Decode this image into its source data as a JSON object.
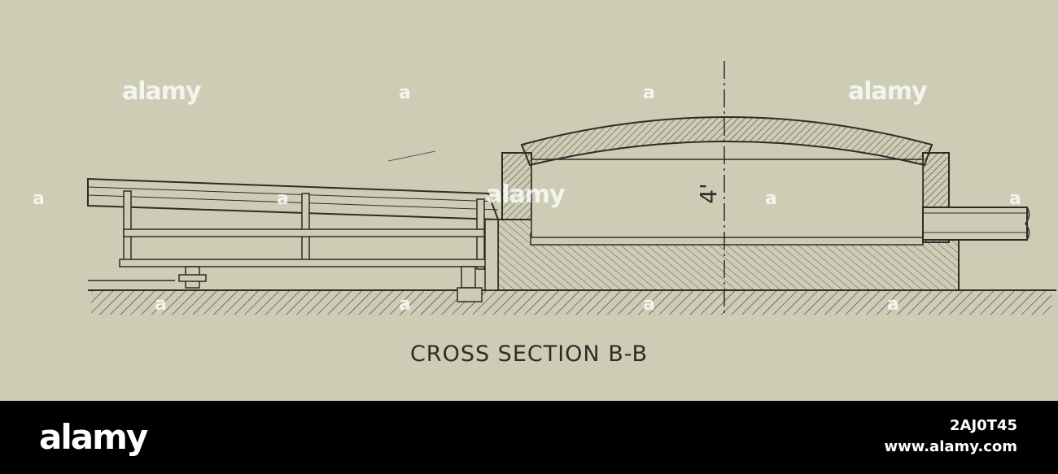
{
  "drawing": {
    "caption": "CROSS SECTION B-B",
    "dimension_label": "4'"
  },
  "watermarks": {
    "brand": "alamy",
    "mark": "a"
  },
  "footer": {
    "logo": "alamy",
    "image_id": "2AJ0T45",
    "url": "www.alamy.com"
  }
}
